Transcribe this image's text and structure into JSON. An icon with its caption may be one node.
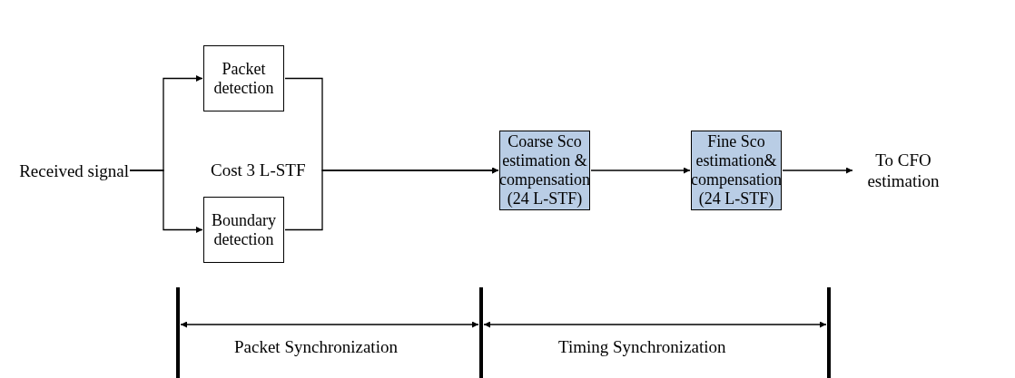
{
  "diagram": {
    "nodes": [
      {
        "text": [
          "Received signal"
        ]
      },
      {
        "text": [
          "Packet detection"
        ]
      },
      {
        "text": [
          "Boundary detection"
        ]
      },
      {
        "text": [
          "Coarse Sco estimation & compensation (24 L-STF)"
        ]
      },
      {
        "text": [
          "Fine Sco estimation& compensation (24 L-STF)"
        ]
      },
      {
        "text": [
          "To CFO estimation"
        ]
      }
    ],
    "edges": [
      {
        "from": 0,
        "to": 1,
        "arrow": "to"
      },
      {
        "from": 0,
        "to": 2,
        "arrow": "to"
      },
      {
        "from": 1,
        "to": 3,
        "arrow": "to"
      },
      {
        "from": 2,
        "to": 3,
        "arrow": "to"
      },
      {
        "from": 3,
        "to": 4,
        "arrow": "to"
      },
      {
        "from": 4,
        "to": 5,
        "arrow": "to"
      }
    ],
    "labels": [
      "Cost 3 L-STF",
      "Packet Synchronization",
      "Timing Synchronization"
    ]
  }
}
